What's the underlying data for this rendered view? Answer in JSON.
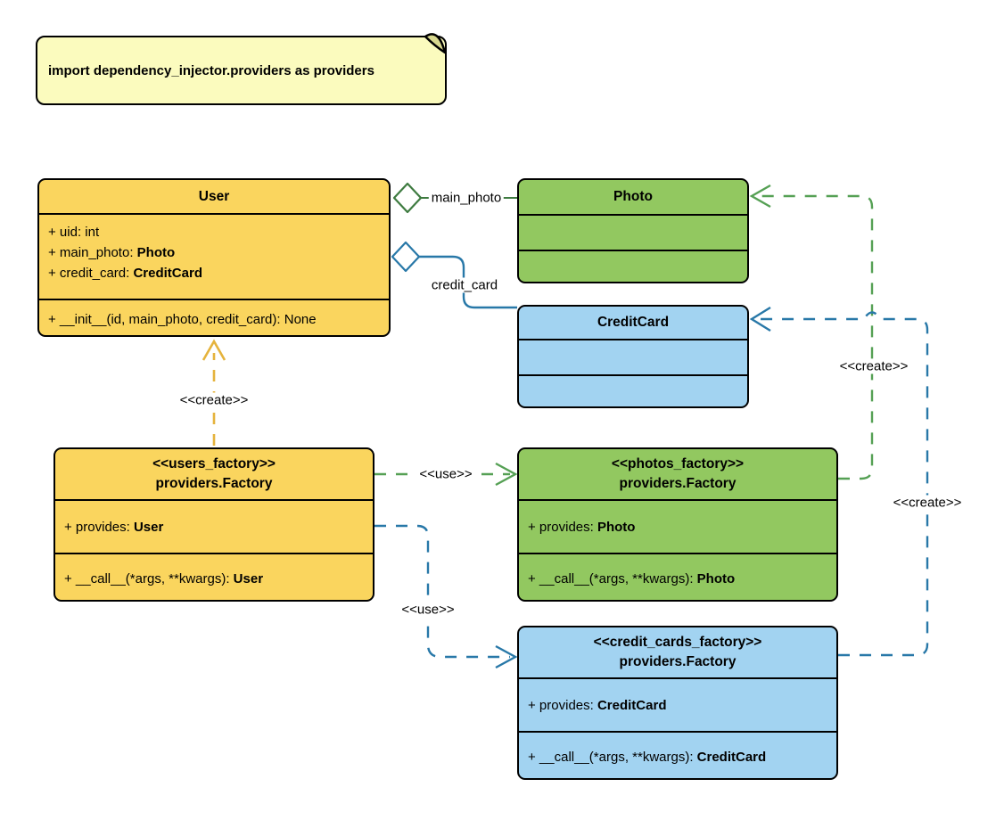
{
  "note": {
    "text": "import dependency_injector.providers as providers"
  },
  "classes": {
    "user": {
      "title": "User",
      "attributes": [
        {
          "label": "+ uid: int",
          "type": ""
        },
        {
          "label": "+ main_photo: ",
          "type": "Photo"
        },
        {
          "label": "+ credit_card: ",
          "type": "CreditCard"
        }
      ],
      "methods": [
        {
          "label": "+ __init__(id, main_photo, credit_card): None",
          "type": ""
        }
      ]
    },
    "photo": {
      "title": "Photo"
    },
    "credit_card": {
      "title": "CreditCard"
    },
    "users_factory": {
      "stereotype": "<<users_factory>>",
      "title": "providers.Factory",
      "attributes": [
        {
          "label": "+ provides: ",
          "type": "User"
        }
      ],
      "methods": [
        {
          "label": "+ __call__(*args, **kwargs): ",
          "type": "User"
        }
      ]
    },
    "photos_factory": {
      "stereotype": "<<photos_factory>>",
      "title": "providers.Factory",
      "attributes": [
        {
          "label": "+ provides: ",
          "type": "Photo"
        }
      ],
      "methods": [
        {
          "label": "+ __call__(*args, **kwargs): ",
          "type": "Photo"
        }
      ]
    },
    "credit_cards_factory": {
      "stereotype": "<<credit_cards_factory>>",
      "title": "providers.Factory",
      "attributes": [
        {
          "label": "+ provides: ",
          "type": "CreditCard"
        }
      ],
      "methods": [
        {
          "label": "+ __call__(*args, **kwargs): ",
          "type": "CreditCard"
        }
      ]
    }
  },
  "connectors": {
    "main_photo_label": "main_photo",
    "credit_card_label": "credit_card",
    "create_label": "<<create>>",
    "use_label": "<<use>>"
  },
  "colors": {
    "class_yellow": "#fad55e",
    "class_green": "#92c860",
    "class_blue": "#a2d3f1",
    "note_yellow": "#fbfbbe",
    "note_fold": "#d9d98f",
    "arrow_yellow": "#e5b33c",
    "arrow_green": "#55a054",
    "aggregation_green": "#3e7b40",
    "arrow_blue": "#2878a8",
    "border_black": "#000000"
  }
}
